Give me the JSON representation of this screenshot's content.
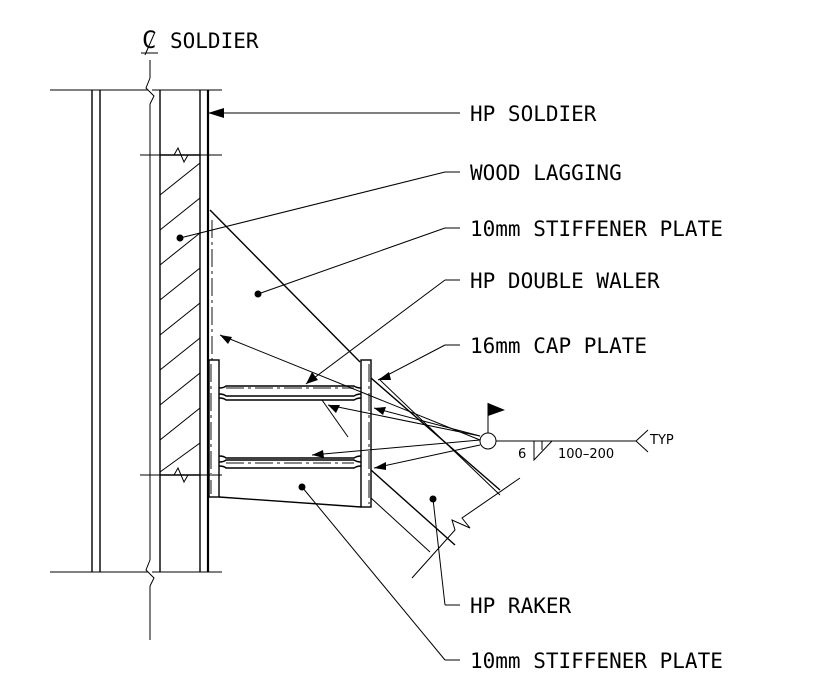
{
  "title": "SOLDIER",
  "labels": {
    "hp_soldier": "HP SOLDIER",
    "wood_lagging": "WOOD LAGGING",
    "stiffener_top": "10mm STIFFENER PLATE",
    "double_waler": "HP DOUBLE WALER",
    "cap_plate": "16mm CAP PLATE",
    "hp_raker": "HP RAKER",
    "stiffener_bottom": "10mm STIFFENER PLATE"
  },
  "weld": {
    "size": "6",
    "spacing": "100–200",
    "note": "TYP"
  }
}
